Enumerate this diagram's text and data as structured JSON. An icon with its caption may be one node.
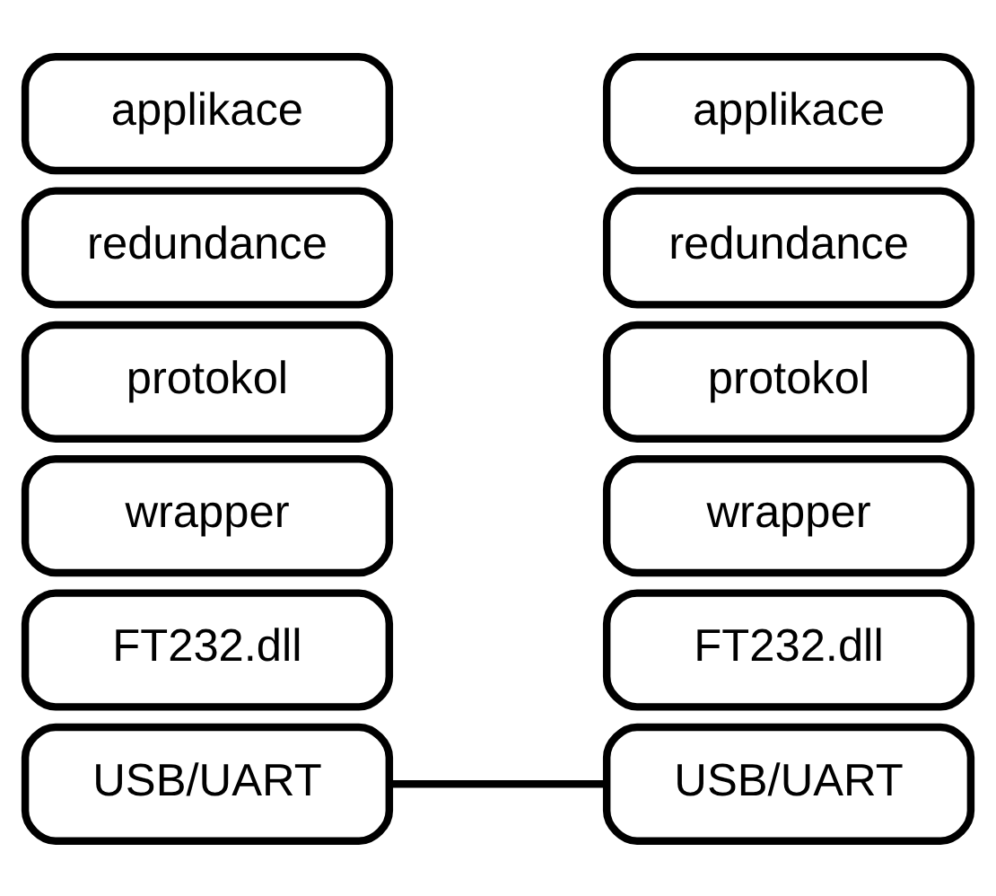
{
  "diagram": {
    "nodes": [
      {
        "text": [
          "applikace"
        ]
      },
      {
        "text": [
          "redundance"
        ]
      },
      {
        "text": [
          "protokol"
        ]
      },
      {
        "text": [
          "wrapper"
        ]
      },
      {
        "text": [
          "FT232.dll"
        ]
      },
      {
        "text": [
          "USB/UART"
        ]
      },
      {
        "text": [
          "applikace"
        ]
      },
      {
        "text": [
          "redundance"
        ]
      },
      {
        "text": [
          "protokol"
        ]
      },
      {
        "text": [
          "wrapper"
        ]
      },
      {
        "text": [
          "FT232.dll"
        ]
      },
      {
        "text": [
          "USB/UART"
        ]
      }
    ],
    "edges": [
      {
        "from": 5,
        "to": 11,
        "arrow": "none"
      }
    ]
  }
}
